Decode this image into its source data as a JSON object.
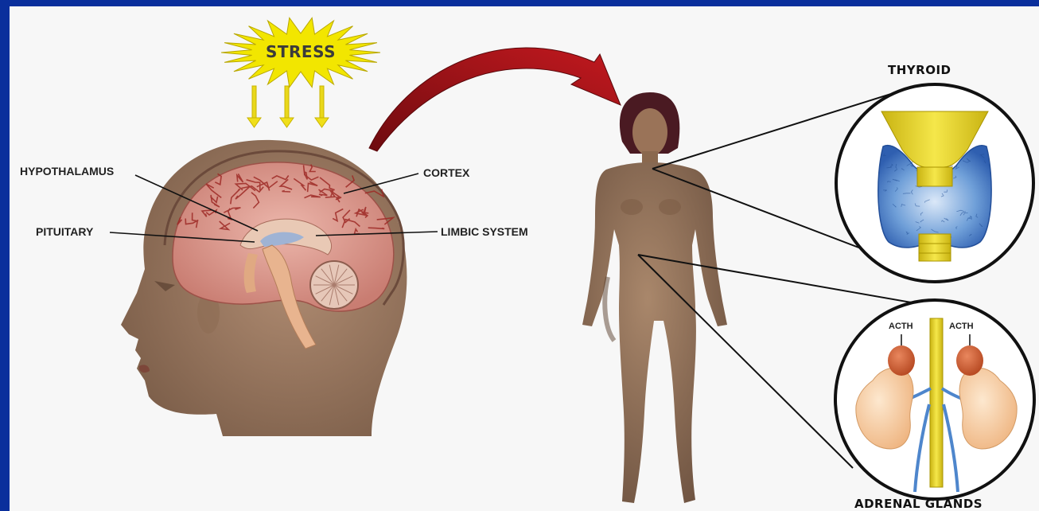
{
  "stress_label": "STRESS",
  "brain_labels": {
    "hypothalamus": "HYPOTHALAMUS",
    "pituitary": "PITUITARY",
    "cortex": "CORTEX",
    "limbic_system": "LIMBIC SYSTEM"
  },
  "thyroid_label": "THYROID",
  "adrenal_label": "ADRENAL GLANDS",
  "acth_left": "ACTH",
  "acth_right": "ACTH",
  "colors": {
    "frame_blue": "#0a2f9c",
    "background": "#f7f7f7",
    "arrow_red": "#a3141a",
    "starburst_yellow": "#f2e600",
    "skin": "#8b6a4f",
    "brain": "#d8938a",
    "thyroid_blue": "#3f78c8",
    "gland_yellow": "#e8d22b",
    "kidney": "#f3c79d"
  }
}
